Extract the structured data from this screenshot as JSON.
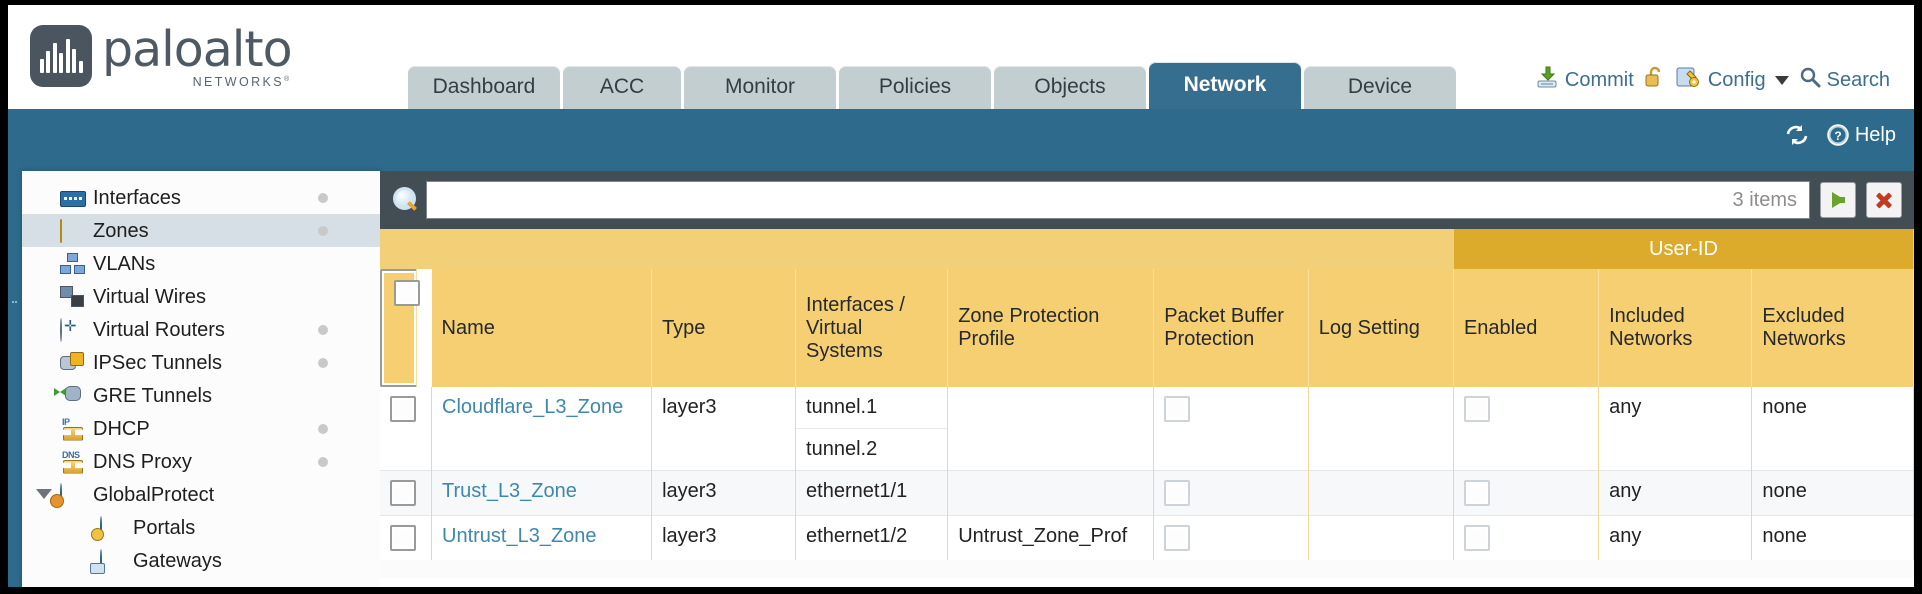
{
  "brand": {
    "name": "paloalto",
    "sub": "NETWORKS",
    "reg": "®"
  },
  "tabs": [
    {
      "label": "Dashboard",
      "active": false,
      "width": 152
    },
    {
      "label": "ACC",
      "active": false,
      "width": 118
    },
    {
      "label": "Monitor",
      "active": false,
      "width": 152
    },
    {
      "label": "Policies",
      "active": false,
      "width": 152
    },
    {
      "label": "Objects",
      "active": false,
      "width": 152
    },
    {
      "label": "Network",
      "active": true,
      "width": 152
    },
    {
      "label": "Device",
      "active": false,
      "width": 152
    }
  ],
  "header_actions": {
    "commit": "Commit",
    "config": "Config",
    "search": "Search",
    "lock_icon": "unlock-icon",
    "commit_icon": "commit-save-icon",
    "config_icon": "config-wrench-icon",
    "search_icon": "search-magnifier-icon"
  },
  "band": {
    "refresh": "refresh-icon",
    "help": "Help",
    "help_icon": "help-question-icon"
  },
  "sidebar": {
    "items": [
      {
        "label": "Interfaces",
        "icon": "interfaces-icon",
        "dot": true,
        "selected": false,
        "child": false,
        "twisty": false
      },
      {
        "label": "Zones",
        "icon": "zones-icon",
        "dot": true,
        "selected": true,
        "child": false,
        "twisty": false
      },
      {
        "label": "VLANs",
        "icon": "vlans-icon",
        "dot": false,
        "selected": false,
        "child": false,
        "twisty": false
      },
      {
        "label": "Virtual Wires",
        "icon": "virtual-wires-icon",
        "dot": false,
        "selected": false,
        "child": false,
        "twisty": false
      },
      {
        "label": "Virtual Routers",
        "icon": "virtual-routers-icon",
        "dot": true,
        "selected": false,
        "child": false,
        "twisty": false
      },
      {
        "label": "IPSec Tunnels",
        "icon": "ipsec-tunnels-icon",
        "dot": true,
        "selected": false,
        "child": false,
        "twisty": false
      },
      {
        "label": "GRE Tunnels",
        "icon": "gre-tunnels-icon",
        "dot": false,
        "selected": false,
        "child": false,
        "twisty": false
      },
      {
        "label": "DHCP",
        "icon": "dhcp-icon",
        "dot": true,
        "selected": false,
        "child": false,
        "twisty": false
      },
      {
        "label": "DNS Proxy",
        "icon": "dns-proxy-icon",
        "dot": true,
        "selected": false,
        "child": false,
        "twisty": false
      },
      {
        "label": "GlobalProtect",
        "icon": "globalprotect-icon",
        "dot": false,
        "selected": false,
        "child": false,
        "twisty": true
      },
      {
        "label": "Portals",
        "icon": "portals-icon",
        "dot": false,
        "selected": false,
        "child": true,
        "twisty": false
      },
      {
        "label": "Gateways",
        "icon": "gateways-icon",
        "dot": false,
        "selected": false,
        "child": true,
        "twisty": false
      }
    ]
  },
  "search": {
    "value": "",
    "placeholder": "",
    "item_count": "3 items",
    "apply_icon": "apply-arrow-icon",
    "clear_icon": "clear-x-icon"
  },
  "table": {
    "group_header": {
      "label": "User-ID",
      "span": 3
    },
    "columns": [
      "Name",
      "Type",
      "Interfaces / Virtual Systems",
      "Zone Protection Profile",
      "Packet Buffer Protection",
      "Log Setting",
      "Enabled",
      "Included Networks",
      "Excluded Networks"
    ],
    "rows": [
      {
        "selected": false,
        "name": "Cloudflare_L3_Zone",
        "type": "layer3",
        "interfaces": [
          "tunnel.1",
          "tunnel.2"
        ],
        "zone_protection_profile": "",
        "packet_buffer_protection": false,
        "log_setting": "",
        "userid_enabled": false,
        "included_networks": "any",
        "excluded_networks": "none"
      },
      {
        "selected": false,
        "name": "Trust_L3_Zone",
        "type": "layer3",
        "interfaces": [
          "ethernet1/1"
        ],
        "zone_protection_profile": "",
        "packet_buffer_protection": false,
        "log_setting": "",
        "userid_enabled": false,
        "included_networks": "any",
        "excluded_networks": "none"
      },
      {
        "selected": false,
        "name": "Untrust_L3_Zone",
        "type": "layer3",
        "interfaces": [
          "ethernet1/2"
        ],
        "zone_protection_profile": "Untrust_Zone_Prof",
        "packet_buffer_protection": false,
        "log_setting": "",
        "userid_enabled": false,
        "included_networks": "any",
        "excluded_networks": "none"
      }
    ]
  },
  "colors": {
    "band_blue": "#2d6a8b",
    "active_tab": "#356e8e",
    "tab_grey": "#c3ced1",
    "header_yellow": "#f5cf72",
    "group_yellow": "#dcab2c",
    "link_blue": "#3e87ad",
    "search_dark": "#434e54"
  }
}
